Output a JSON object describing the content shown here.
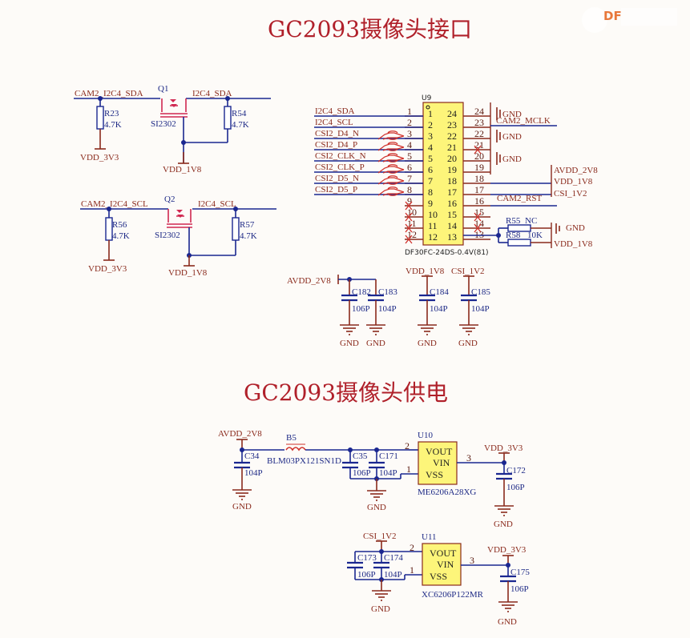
{
  "titles": {
    "interface": "GC2093摄像头接口",
    "power": "GC2093摄像头供电"
  },
  "watermark": {
    "logo_text": "DF"
  },
  "level_shift": {
    "sda": {
      "left_net": "CAM2_I2C4_SDA",
      "right_net": "I2C4_SDA",
      "fet_ref": "Q1",
      "fet_part": "SI2302",
      "r_left": {
        "ref": "R23",
        "value": "4.7K"
      },
      "r_right": {
        "ref": "R54",
        "value": "4.7K"
      },
      "left_pwr": "VDD_3V3",
      "gate_pwr": "VDD_1V8"
    },
    "scl": {
      "left_net": "CAM2_I2C4_SCL",
      "right_net": "I2C4_SCL",
      "fet_ref": "Q2",
      "fet_part": "SI2302",
      "r_left": {
        "ref": "R56",
        "value": "4.7K"
      },
      "r_right": {
        "ref": "R57",
        "value": "4.7K"
      },
      "left_pwr": "VDD_3V3",
      "gate_pwr": "VDD_1V8"
    }
  },
  "connector": {
    "ref": "U9",
    "part": "DF30FC-24DS-0.4V(81)",
    "left_pins": [
      {
        "num": "1",
        "net": "I2C4_SDA"
      },
      {
        "num": "2",
        "net": "I2C4_SCL"
      },
      {
        "num": "3",
        "net": "CSI2_D4_N"
      },
      {
        "num": "4",
        "net": "CSI2_D4_P"
      },
      {
        "num": "5",
        "net": "CSI2_CLK_N"
      },
      {
        "num": "6",
        "net": "CSI2_CLK_P"
      },
      {
        "num": "7",
        "net": "CSI2_D5_N"
      },
      {
        "num": "8",
        "net": "CSI2_D5_P"
      },
      {
        "num": "9",
        "net": ""
      },
      {
        "num": "10",
        "net": ""
      },
      {
        "num": "11",
        "net": ""
      },
      {
        "num": "12",
        "net": ""
      }
    ],
    "right_pins": [
      {
        "num": "24",
        "net": "GND"
      },
      {
        "num": "23",
        "net": "CAM2_MCLK"
      },
      {
        "num": "22",
        "net": "GND"
      },
      {
        "num": "21",
        "net": ""
      },
      {
        "num": "20",
        "net": "GND"
      },
      {
        "num": "19",
        "net": ""
      },
      {
        "num": "18",
        "net": "AVDD_2V8"
      },
      {
        "num": "17",
        "net": "VDD_1V8"
      },
      {
        "num": "16",
        "net": "CAM2_RST"
      },
      {
        "num": "15",
        "net": ""
      },
      {
        "num": "14",
        "net": ""
      },
      {
        "num": "13",
        "net": ""
      }
    ],
    "supply_net_csi": "CSI_1V2",
    "r55": {
      "ref": "R55",
      "value": "NC",
      "net": "GND"
    },
    "r58": {
      "ref": "R58",
      "value": "10K",
      "net": "VDD_1V8"
    }
  },
  "decoupling": {
    "avdd_net": "AVDD_2V8",
    "vdd_net": "VDD_1V8",
    "csi_net": "CSI_1V2",
    "caps": [
      {
        "ref": "C182",
        "value": "106P"
      },
      {
        "ref": "C183",
        "value": "104P"
      },
      {
        "ref": "C184",
        "value": "104P"
      },
      {
        "ref": "C185",
        "value": "104P"
      }
    ],
    "gnd": "GND"
  },
  "ldo1": {
    "in_net": "AVDD_2V8",
    "bead": {
      "ref": "B5",
      "part": "BLM03PX121SN1D"
    },
    "c_in": {
      "ref": "C34",
      "value": "104P"
    },
    "c_a": {
      "ref": "C35",
      "value": "106P"
    },
    "c_b": {
      "ref": "C171",
      "value": "104P"
    },
    "ref": "U10",
    "part": "ME6206A28XG",
    "pins": {
      "vout": "VOUT",
      "vin": "VIN",
      "vss": "VSS",
      "p1": "1",
      "p2": "2",
      "p3": "3"
    },
    "out_net": "VDD_3V3",
    "c_out": {
      "ref": "C172",
      "value": "106P"
    },
    "gnd": "GND"
  },
  "ldo2": {
    "in_net": "CSI_1V2",
    "c_a": {
      "ref": "C173",
      "value": "106P"
    },
    "c_b": {
      "ref": "C174",
      "value": "104P"
    },
    "ref": "U11",
    "part": "XC6206P122MR",
    "pins": {
      "vout": "VOUT",
      "vin": "VIN",
      "vss": "VSS",
      "p1": "1",
      "p2": "2",
      "p3": "3"
    },
    "out_net": "VDD_3V3",
    "c_out": {
      "ref": "C175",
      "value": "106P"
    },
    "gnd": "GND"
  }
}
